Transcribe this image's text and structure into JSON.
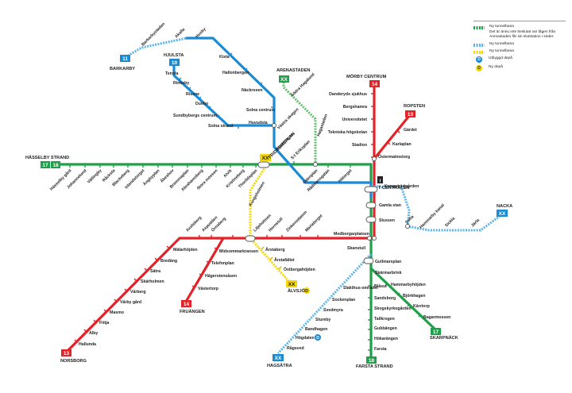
{
  "colors": {
    "green": "#1ea048",
    "red": "#e32328",
    "blue": "#1a8bd3",
    "yellow": "#f5d600",
    "planned_blue": "#5ab4e8",
    "planned_green": "#5fbf68"
  },
  "legend": {
    "items": [
      {
        "label": "Ny tunnelbana",
        "color": "#1ea048",
        "dashed": true
      },
      {
        "label": "Det är ännu inte beslutat var tågen från Arenastaden får sin slutstation i söder.",
        "color": "",
        "dashed": false
      },
      {
        "label": "Ny tunnelbana",
        "color": "#5ab4e8",
        "dashed": true
      },
      {
        "label": "Ny tunnelbana",
        "color": "#f5d600",
        "dashed": true
      },
      {
        "label": "Utbyggd depå",
        "icon": "D",
        "icon_bg": "#ffffff",
        "icon_border": "#1a8bd3"
      },
      {
        "label": "Ny depå",
        "icon": "D",
        "icon_bg": "#f5d600",
        "icon_border": "#f5d600"
      }
    ]
  },
  "terminals": {
    "hasselby": {
      "name": "HÄSSELBY STRAND",
      "lines": [
        "17",
        "18"
      ]
    },
    "barkarby": {
      "name": "BARKARBY",
      "line": "11"
    },
    "hjulsta": {
      "name": "HJULSTA",
      "line": "10"
    },
    "arenastaden": {
      "name": "ARENASTADEN",
      "line": "XX"
    },
    "morby": {
      "name": "MÖRBY CENTRUM",
      "line": "14"
    },
    "ropsten": {
      "name": "ROPSTEN",
      "line": "13"
    },
    "nacka": {
      "name": "NACKA",
      "line": "XX"
    },
    "fruangen": {
      "name": "FRUÄNGEN",
      "line": "14"
    },
    "norsborg": {
      "name": "NORSBORG",
      "line": "13"
    },
    "hagsatra": {
      "name": "HAGSÄTRA",
      "line": "XX"
    },
    "farsta": {
      "name": "FARSTA STRAND",
      "line": "18"
    },
    "skarpnack": {
      "name": "SKARPNÄCK",
      "line": "17"
    },
    "alvsjo": {
      "name": "ÄLVSJÖ",
      "line": "XX"
    },
    "fridhemsplan": {
      "name": "FRIDHEMSPLAN",
      "line": "XX"
    },
    "tcentralen": {
      "name": "T-CENTRALEN"
    }
  },
  "stations": {
    "green_west": [
      "Hässelby gård",
      "Johannelund",
      "Vällingby",
      "Råcksta",
      "Blackeberg",
      "Islandstorget",
      "Ängbyplan",
      "Åkeshov",
      "Brommaplan",
      "Abrahamsberg",
      "Stora mossen",
      "Alvik",
      "Kristineberg",
      "Thorildsplan"
    ],
    "green_east": [
      "S:t Eriksplan",
      "Odenplan",
      "Rådmansgatan",
      "Hötorget"
    ],
    "blue_north": [
      "Kista",
      "Hallonbergen",
      "Näckrosen",
      "Solna centrum",
      "Västra skogen",
      "Stadshagen"
    ],
    "blue_akalla": [
      "Barkarbystaden",
      "Akalla",
      "Husby"
    ],
    "blue_hjulsta": [
      "Tensta",
      "Rinkeby",
      "Rissne",
      "Duvbo",
      "Sundbybergs centrum",
      "Solna strand",
      "Huvudsta"
    ],
    "blue_south": [
      "Kungsträdgården",
      "Sofia",
      "Hammarby kanal",
      "Sickla",
      "Järla"
    ],
    "blue_hagsatra": [
      "Slakthus-området",
      "Sockenplan",
      "Svedmyra",
      "Stureby",
      "Bandhagen",
      "Högdalen",
      "Rågsved"
    ],
    "green_new": [
      "Södra Hagalund",
      "Hagastaden"
    ],
    "red_north": [
      "Danderyds sjukhus",
      "Bergshamra",
      "Universitetet",
      "Tekniska högskolan",
      "Stadion",
      "Östermalmstorg"
    ],
    "red_ropsten": [
      "Gärdet",
      "Karlaplan"
    ],
    "red_southwest": [
      "Aspudden",
      "Örnsberg",
      "Axelsberg",
      "Mälarhöjden",
      "Bredäng",
      "Sätra",
      "Skärholmen",
      "Vårberg",
      "Vårby gård",
      "Masmo",
      "Fittja",
      "Alby",
      "Hallunda"
    ],
    "red_fruangen": [
      "Midsommarkransen",
      "Telefonplan",
      "Hägerstensåsen",
      "Västertorp"
    ],
    "red_centre": [
      "Liljeholmen",
      "Hornstull",
      "Zinkensdamm",
      "Mariatorget",
      "Medborgarplatsen",
      "Skanstull",
      "Gamla stan",
      "Slussen"
    ],
    "yellow": [
      "Kungsholmen",
      "Årstaberg",
      "Årstafältet",
      "Östbergahöjden"
    ],
    "green_south": [
      "Gullmarsplan",
      "Skärmarbrink",
      "Blåsut",
      "Sandsborg",
      "Skogskyrkogården",
      "Tallkrogen",
      "Gubbängen",
      "Hökarängen",
      "Farsta"
    ],
    "green_skarpnack": [
      "Hammarbyhöjden",
      "Björkhagen",
      "Kärrtorp",
      "Bagarmossen"
    ]
  },
  "map_title": ""
}
